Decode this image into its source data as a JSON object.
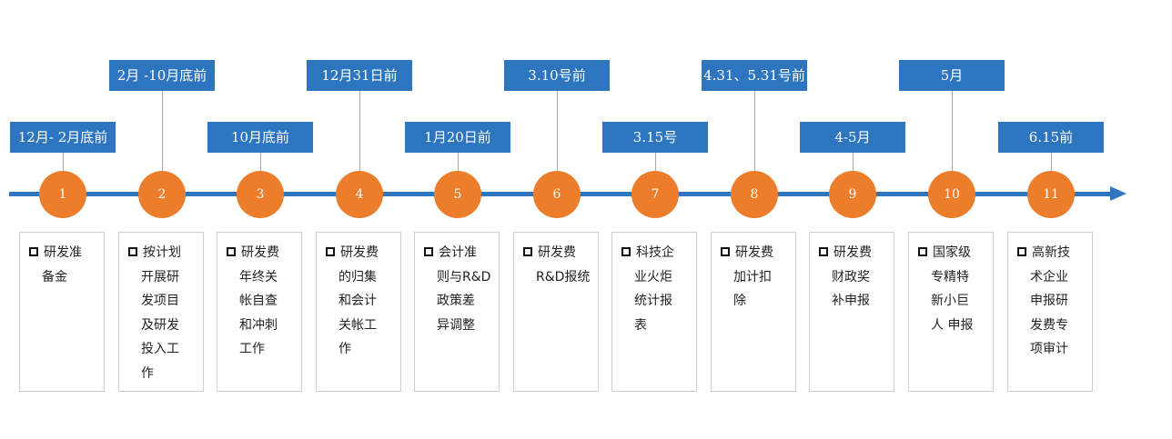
{
  "milestones": [
    {
      "number": "1",
      "date": "12月- 2月底前",
      "lines": [
        "研发准",
        "备金"
      ]
    },
    {
      "number": "2",
      "date": "2月 -10月底前",
      "lines": [
        "按计划",
        "开展研",
        "发项目",
        "及研发",
        "投入工",
        "作"
      ]
    },
    {
      "number": "3",
      "date": "10月底前",
      "lines": [
        "研发费",
        "年终关",
        "帐自查",
        "和冲刺",
        "工作"
      ]
    },
    {
      "number": "4",
      "date": "12月31日前",
      "lines": [
        "研发费",
        "的归集",
        "和会计",
        "关帐工",
        "作"
      ]
    },
    {
      "number": "5",
      "date": "1月20日前",
      "lines": [
        "会计准",
        "则与R&D",
        "政策差",
        "异调整"
      ]
    },
    {
      "number": "6",
      "date": "3.10号前",
      "lines": [
        "研发费",
        "R&D报统"
      ]
    },
    {
      "number": "7",
      "date": "3.15号",
      "lines": [
        "科技企",
        "业火炬",
        "统计报",
        "表"
      ]
    },
    {
      "number": "8",
      "date": "4.31、5.31号前",
      "lines": [
        "研发费",
        "加计扣",
        "除"
      ]
    },
    {
      "number": "9",
      "date": "4-5月",
      "lines": [
        "研发费",
        "财政奖",
        "补申报"
      ]
    },
    {
      "number": "10",
      "date": "5月",
      "lines": [
        "国家级",
        "专精特",
        "新小巨",
        "人 申报"
      ]
    },
    {
      "number": "11",
      "date": "6.15前",
      "lines": [
        "高新技",
        "术企业",
        "申报研",
        "发费专",
        "项审计"
      ]
    }
  ],
  "colors": {
    "axis": "#2e75c0",
    "date_box": "#2e75c0",
    "circle": "#ec7d2a"
  }
}
